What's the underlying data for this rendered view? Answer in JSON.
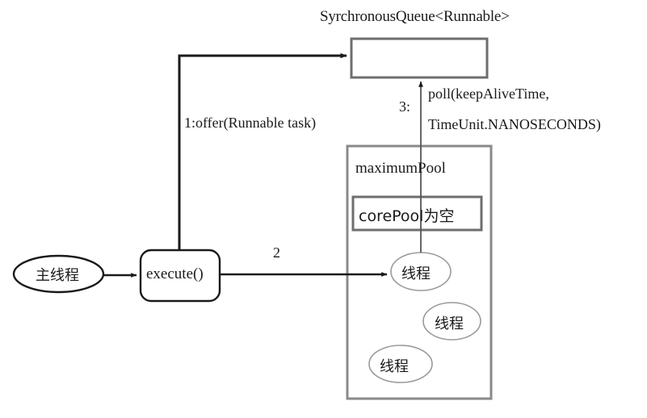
{
  "diagram": {
    "title_queue": "SyrchronousQueue<Runnable>",
    "labels": {
      "offer": "1:offer(Runnable task)",
      "step2": "2",
      "step3": "3:",
      "poll_line1": "poll(keepAliveTime,",
      "poll_line2": "TimeUnit.NANOSECONDS)"
    },
    "nodes": {
      "main_thread": "主线程",
      "execute": "execute()",
      "maximum_pool": "maximumPool",
      "core_pool": "corePool为空",
      "thread_1": "线程",
      "thread_2": "线程",
      "thread_3": "线程"
    },
    "colors": {
      "stroke_dark": "#1a1a1a",
      "stroke_gray": "#6e6e6e",
      "stroke_light": "#9a9a9a",
      "background": "#ffffff"
    }
  }
}
